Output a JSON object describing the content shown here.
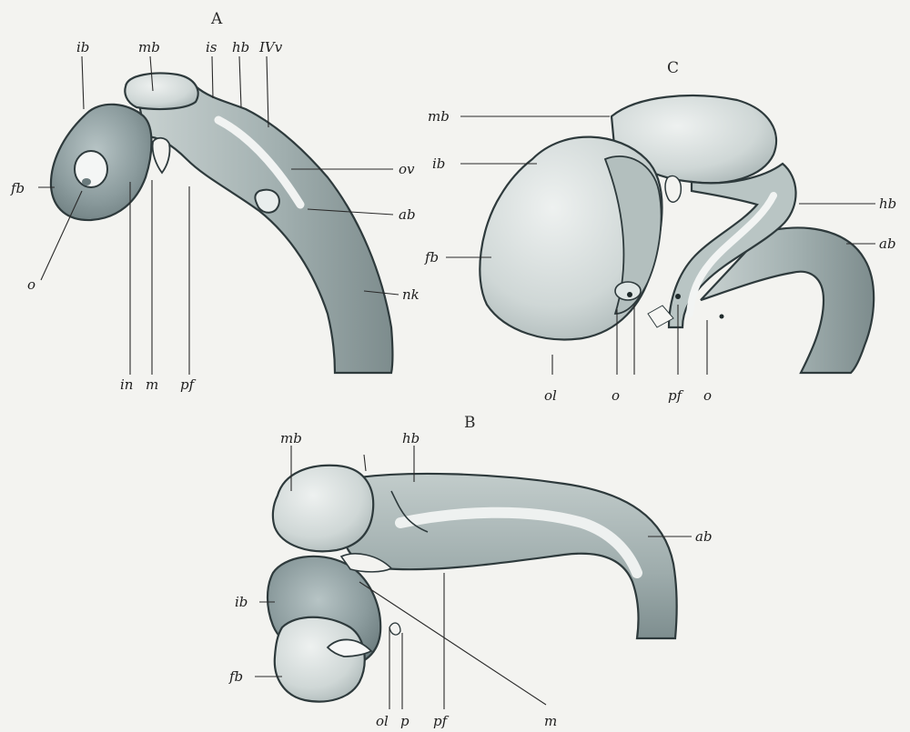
{
  "figure": {
    "panel_a": {
      "letter": "A",
      "labels": {
        "ib": "ib",
        "mb": "mb",
        "is": "is",
        "hb": "hb",
        "ivv": "IVv",
        "fb": "fb",
        "o": "o",
        "ov": "ov",
        "ab": "ab",
        "nk": "nk",
        "in": "in",
        "m": "m",
        "pf": "pf"
      }
    },
    "panel_c": {
      "letter": "C",
      "labels": {
        "mb": "mb",
        "ib": "ib",
        "fb": "fb",
        "hb": "hb",
        "ab": "ab",
        "ol": "ol",
        "o1": "o",
        "pf": "pf",
        "o2": "o"
      }
    },
    "panel_b": {
      "letter": "B",
      "labels": {
        "mb": "mb",
        "hb": "hb",
        "ab": "ab",
        "ib": "ib",
        "fb": "fb",
        "ol": "ol",
        "p": "p",
        "pf": "pf",
        "m": "m"
      }
    }
  }
}
